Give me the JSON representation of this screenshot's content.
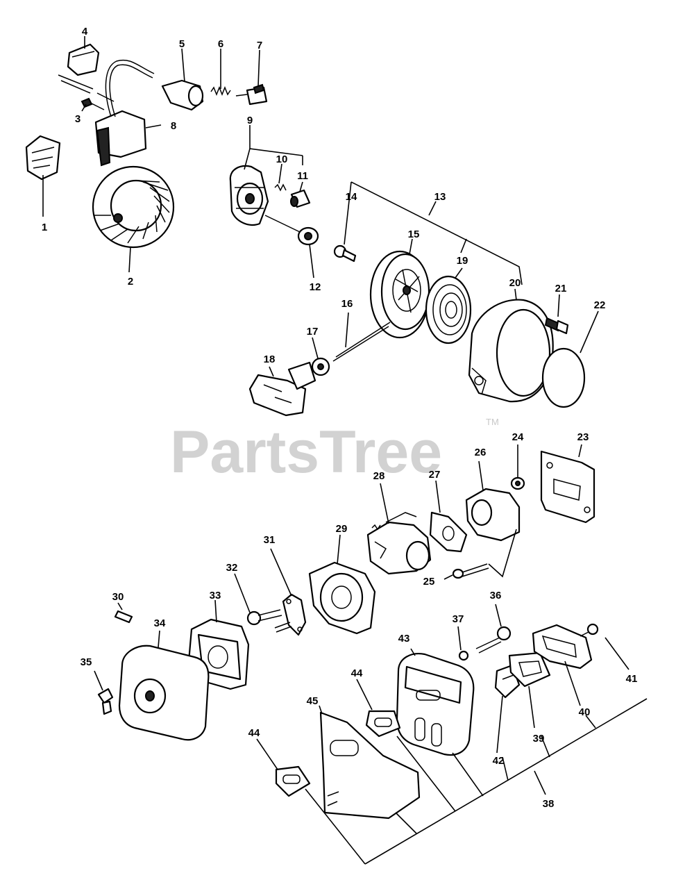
{
  "watermark": {
    "text": "PartsTree",
    "trademark": "TM"
  },
  "callouts": {
    "c1": "1",
    "c2": "2",
    "c3": "3",
    "c4": "4",
    "c5": "5",
    "c6": "6",
    "c7": "7",
    "c8": "8",
    "c9": "9",
    "c10": "10",
    "c11": "11",
    "c12": "12",
    "c13": "13",
    "c14": "14",
    "c15": "15",
    "c16": "16",
    "c17": "17",
    "c18": "18",
    "c19": "19",
    "c20": "20",
    "c21": "21",
    "c22": "22",
    "c23": "23",
    "c24": "24",
    "c25": "25",
    "c26": "26",
    "c27": "27",
    "c28": "28",
    "c29": "29",
    "c30": "30",
    "c31": "31",
    "c32": "32",
    "c33": "33",
    "c34": "34",
    "c35": "35",
    "c36": "36",
    "c37": "37",
    "c38": "38",
    "c39": "39",
    "c40": "40",
    "c41": "41",
    "c42": "42",
    "c43": "43",
    "c44a": "44",
    "c44b": "44",
    "c45": "45"
  },
  "colors": {
    "ink": "#000000",
    "watermark": "#d2d2d2"
  }
}
